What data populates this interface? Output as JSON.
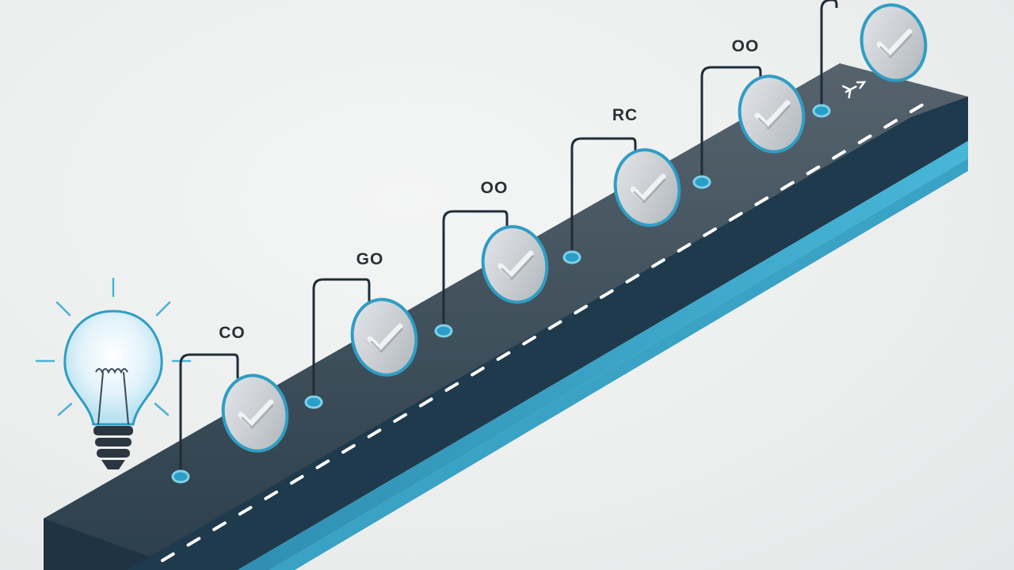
{
  "milestones": [
    {
      "label": "CO",
      "state": "checked"
    },
    {
      "label": "GO",
      "state": "checked"
    },
    {
      "label": "OO",
      "state": "checked"
    },
    {
      "label": "RC",
      "state": "checked"
    },
    {
      "label": "OO",
      "state": "checked"
    },
    {
      "label": "",
      "state": "checked"
    }
  ],
  "icons": {
    "start": "lightbulb-icon",
    "marker": "check-icon",
    "end": "wrench-icon"
  },
  "colors": {
    "road_top": "#2f4756",
    "road_side": "#1f3a4c",
    "road_front": "#3aa2c4",
    "accent": "#3fb2d6",
    "ring": "#2f9dc4",
    "stem": "#1f2d38",
    "background": "#eceeee"
  }
}
